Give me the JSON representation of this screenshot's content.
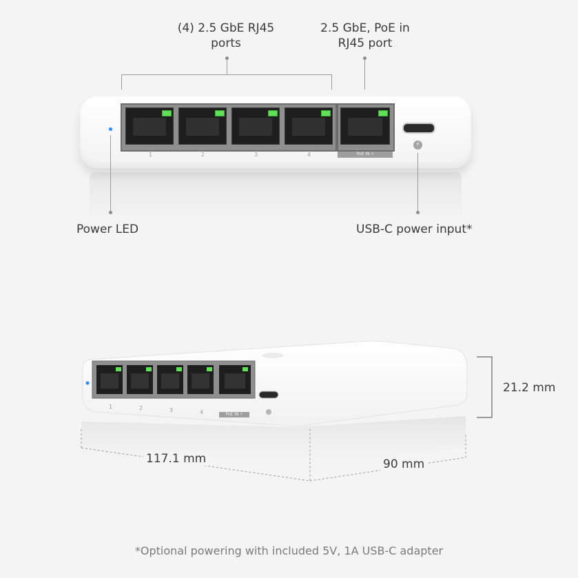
{
  "callouts": {
    "rj45_ports": [
      "(4) 2.5 GbE RJ45",
      "ports"
    ],
    "poe_port": [
      "2.5 GbE, PoE in",
      "RJ45 port"
    ],
    "power_led": "Power LED",
    "usbc_input": "USB-C power input*"
  },
  "front_device": {
    "port_numbers": [
      "1",
      "2",
      "3",
      "4"
    ],
    "poe_tag": "PoE IN ⚡"
  },
  "iso_device": {
    "port_numbers": [
      "1",
      "2",
      "3",
      "4"
    ],
    "poe_tag": "PoE IN ⚡"
  },
  "dimensions": {
    "height": "21.2 mm",
    "width": "117.1 mm",
    "depth": "90 mm"
  },
  "footnote": "*Optional powering with included 5V, 1A USB-C adapter",
  "colors": {
    "background": "#f4f4f4",
    "device": "#ffffff",
    "port_led": "#61e05a",
    "power_led": "#2b8bff"
  }
}
